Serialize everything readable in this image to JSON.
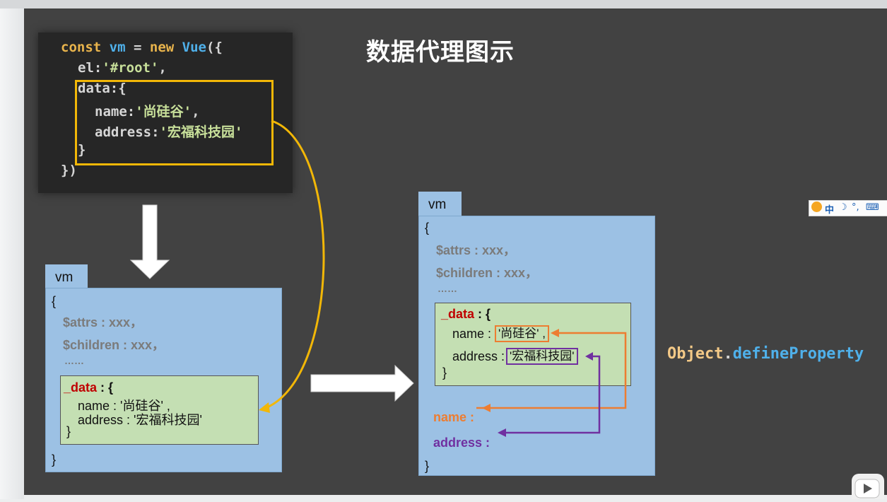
{
  "title": "数据代理图示",
  "code": {
    "line1": {
      "kw1": "const",
      "name": "vm",
      "eq": " = ",
      "kw2": "new",
      "cls": "Vue",
      "open": "({"
    },
    "line2": {
      "key": "el:",
      "val": "'#root'",
      "end": ","
    },
    "line3": "data:{",
    "line4": {
      "key": "name:",
      "val": "'尚硅谷'",
      "end": ","
    },
    "line5": {
      "key": "address:",
      "val": "'宏福科技园'"
    },
    "line6": "}",
    "line7": "})"
  },
  "left_vm": {
    "tab": "vm",
    "open": "{",
    "attrs": "$attrs : xxx，",
    "children": "$children : xxx，",
    "dots": "……",
    "data_label": "_data",
    "data_open": " : {",
    "name_line": "name : '尚硅谷' ,",
    "address_line": "address : '宏福科技园'",
    "data_close": "}",
    "close": "}"
  },
  "right_vm": {
    "tab": "vm",
    "open": "{",
    "attrs": "$attrs : xxx，",
    "children": "$children : xxx，",
    "dots": "……",
    "data_label": "_data",
    "data_open": " : {",
    "name_key": "name : ",
    "name_val": "'尚硅谷' ,",
    "address_key": "address : ",
    "address_val": "'宏福科技园'",
    "data_close": "}",
    "name_proxy": "name :",
    "address_proxy": "address :",
    "close": "}"
  },
  "define_property": {
    "obj": "Object",
    "dot": ".",
    "method": "defineProperty"
  },
  "ime_toolbar": {
    "label": "中",
    "moon": "☽",
    "punct": "°,",
    "keyboard": "⌨"
  },
  "colors": {
    "yellow": "#f2b707",
    "orange": "#ed7d31",
    "purple": "#7030a0",
    "vm_blue": "#9cc1e4",
    "data_green": "#c4dfb3"
  }
}
